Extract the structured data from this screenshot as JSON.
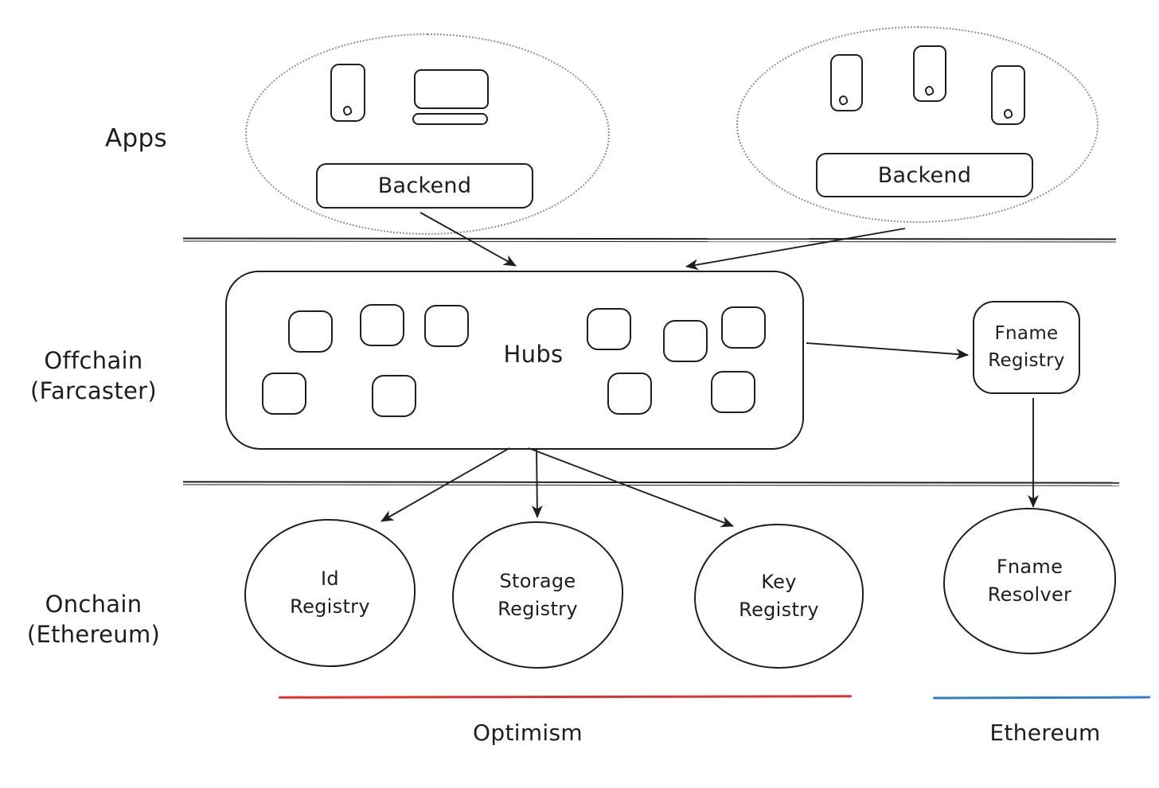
{
  "labels": {
    "apps": "Apps",
    "offchain_line1": "Offchain",
    "offchain_line2": "(Farcaster)",
    "onchain_line1": "Onchain",
    "onchain_line2": "(Ethereum)"
  },
  "apps_cluster_left": {
    "backend_label": "Backend"
  },
  "apps_cluster_right": {
    "backend_label": "Backend"
  },
  "hubs": {
    "label": "Hubs"
  },
  "fname_registry": {
    "line1": "Fname",
    "line2": "Registry"
  },
  "contracts": [
    {
      "line1": "Id",
      "line2": "Registry"
    },
    {
      "line1": "Storage",
      "line2": "Registry"
    },
    {
      "line1": "Key",
      "line2": "Registry"
    },
    {
      "line1": "Fname",
      "line2": "Resolver"
    }
  ],
  "chains": {
    "optimism": "Optimism",
    "ethereum": "Ethereum"
  },
  "icons": {
    "app_logo": "small-doodle-blob",
    "phone": "rounded-rect-outline",
    "laptop": "screen-with-base-bar"
  },
  "colors": {
    "stroke": "#1e1e1e",
    "optimism_line": "#e03131",
    "ethereum_line": "#2e7dc7",
    "dotted": "#8f8f8f"
  }
}
